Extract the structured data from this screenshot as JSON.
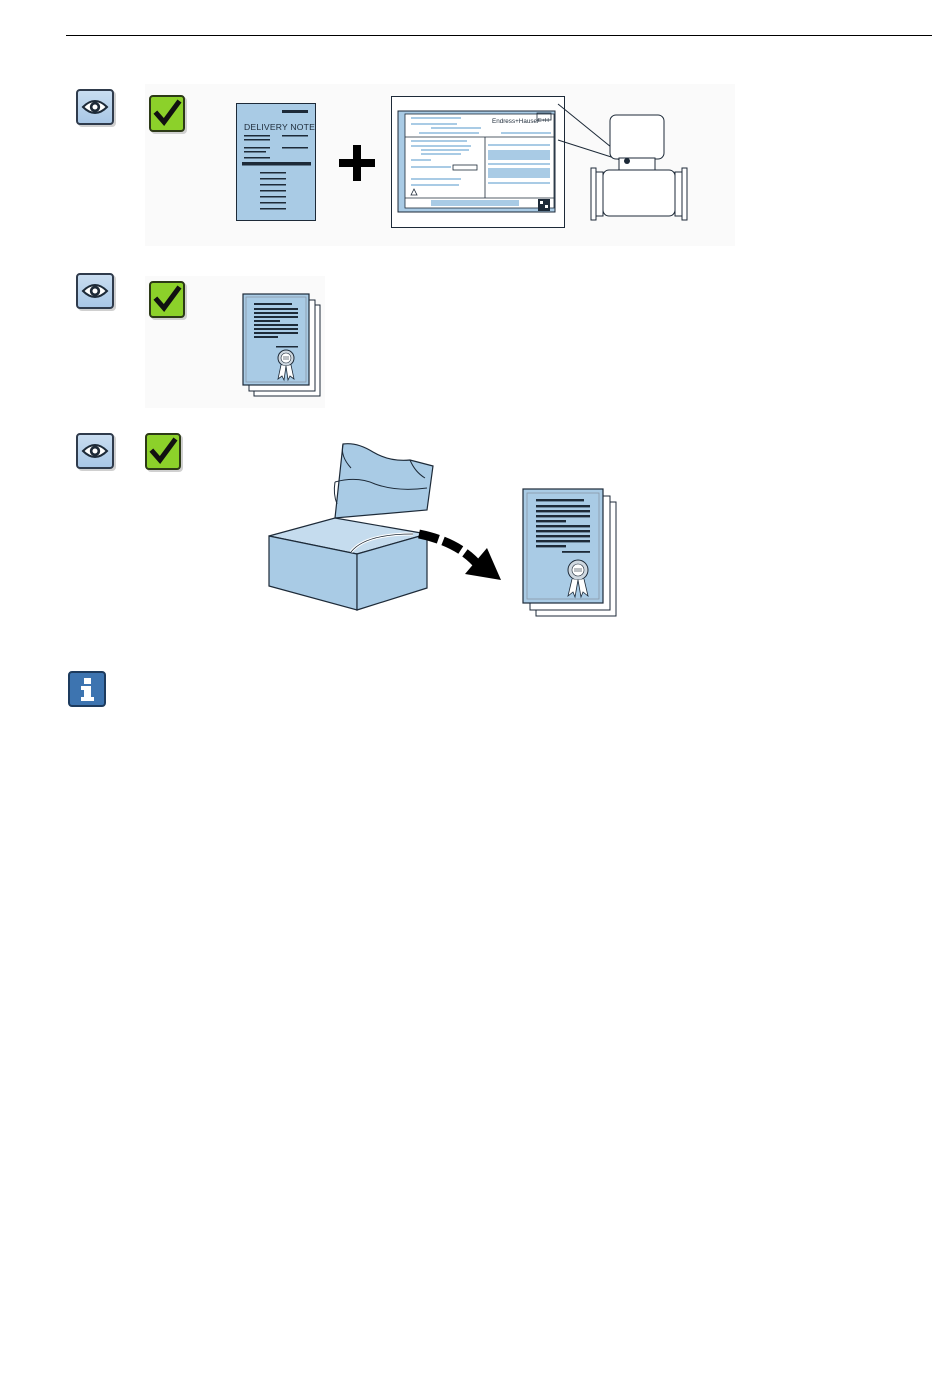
{
  "figures": [
    {
      "id": "delivery-check",
      "icons": [
        "eye-icon",
        "checkmark-icon"
      ],
      "delivery_note_title": "DELIVERY NOTE",
      "nameplate_brand": "Endress+Hauser",
      "nameplate_logo": "E+H"
    },
    {
      "id": "certificate-check",
      "icons": [
        "eye-icon",
        "checkmark-icon"
      ]
    },
    {
      "id": "documents-from-box",
      "icons": [
        "eye-icon",
        "checkmark-icon"
      ]
    }
  ],
  "note": {
    "icon": "info-icon"
  },
  "colors": {
    "illustration_fill": "#a9cbe5",
    "check_green": "#8cd12a",
    "info_blue": "#3d74b0",
    "line": "#1d2a38"
  }
}
